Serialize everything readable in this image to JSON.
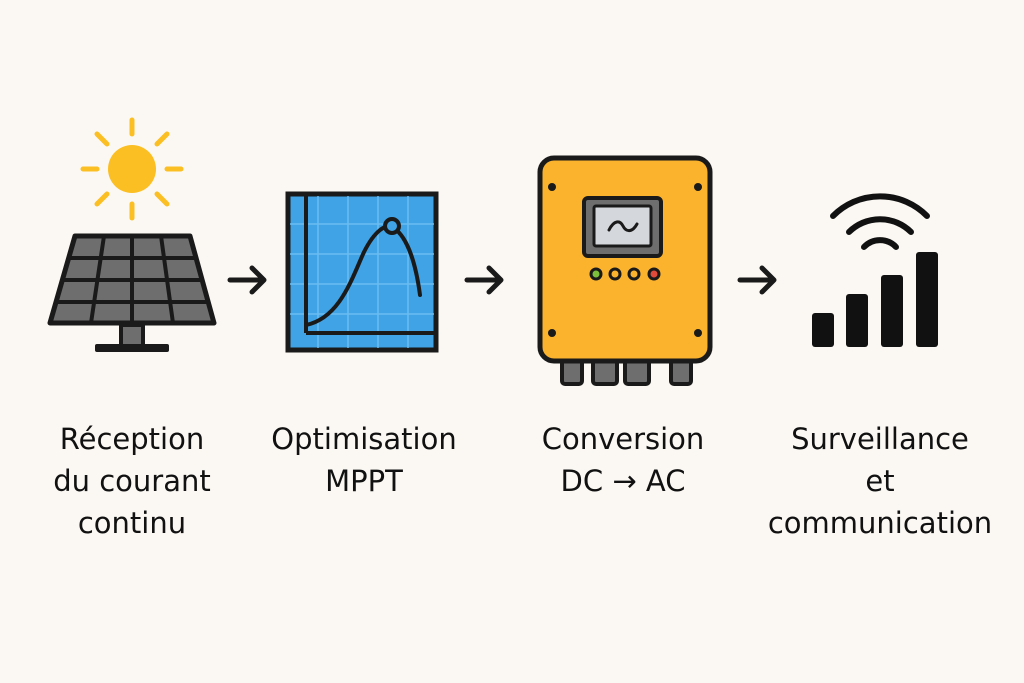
{
  "steps": [
    {
      "id": "reception",
      "icon": "solar-panel-icon",
      "label": "Réception\ndu courant\ncontinu"
    },
    {
      "id": "mppt",
      "icon": "mppt-curve-icon",
      "label": "Optimisation\nMPPT"
    },
    {
      "id": "conversion",
      "icon": "inverter-icon",
      "label": "Conversion\nDC → AC"
    },
    {
      "id": "monitoring",
      "icon": "signal-bars-icon",
      "label": "Surveillance\net\ncommunication"
    }
  ],
  "connectors": [
    "arrow-icon",
    "arrow-icon",
    "arrow-icon"
  ],
  "colors": {
    "background": "#fbf8f3",
    "outline": "#1a1a1a",
    "sun": "#fbbf24",
    "panel": "#6e6e6e",
    "chart_blue": "#3fa3e6",
    "inverter": "#fbb32e",
    "screen": "#d4d7db"
  }
}
